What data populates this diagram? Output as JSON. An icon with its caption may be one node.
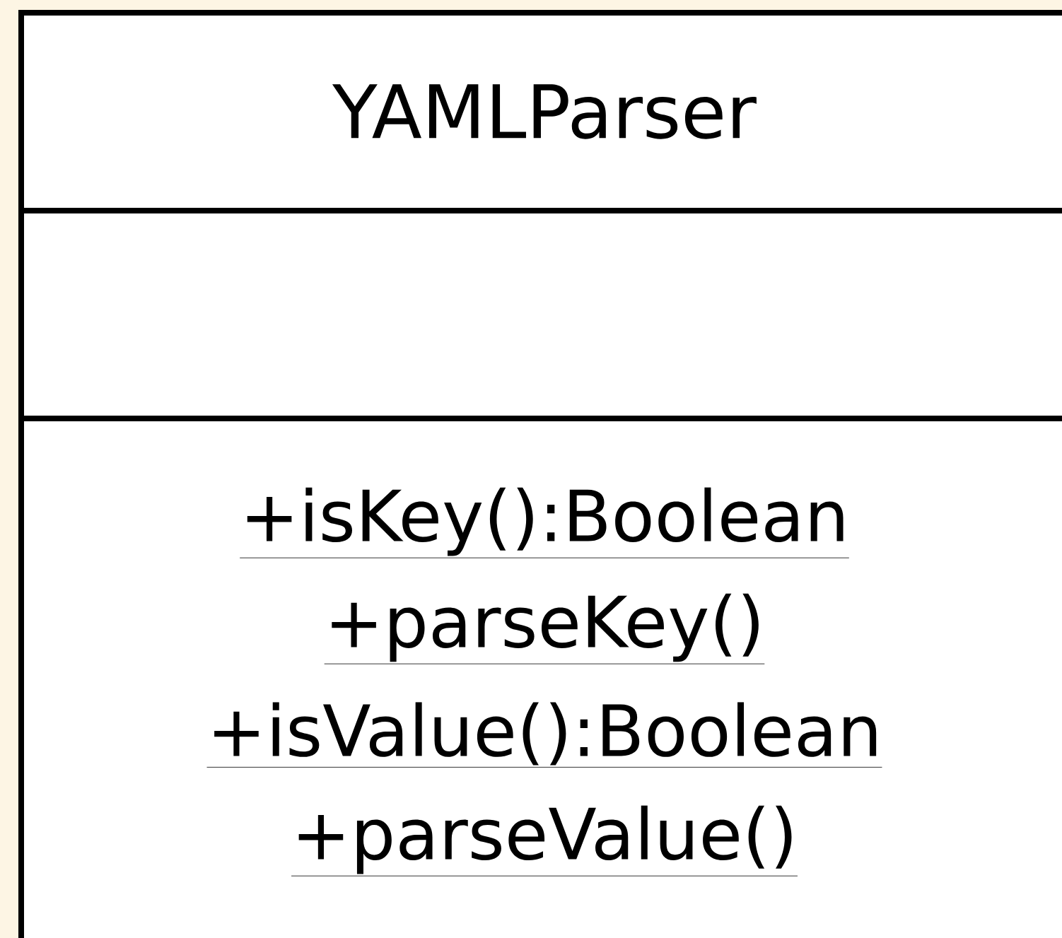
{
  "diagram": {
    "nodes": [
      {
        "text": [
          "YAMLParser",
          "+isKey():Boolean",
          "+parseKey()",
          "+isValue():Boolean",
          "+parseValue()"
        ]
      }
    ]
  }
}
